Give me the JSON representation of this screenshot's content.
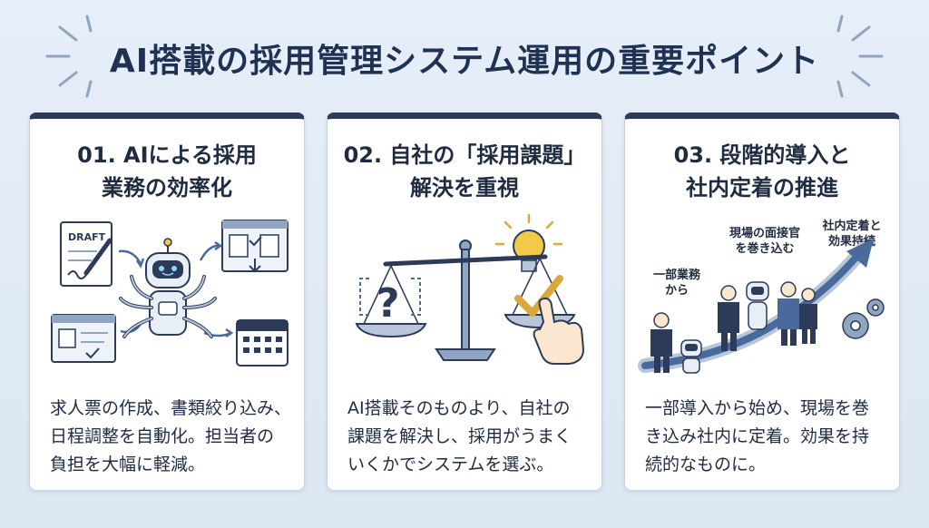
{
  "title": "AI搭載の採用管理システム運用の重要ポイント",
  "cards": [
    {
      "title_lines": [
        "01. AIによる採用",
        "業務の効率化"
      ],
      "draft_label": "DRAFT",
      "body_lines": [
        "求人票の作成、書類絞り込み、",
        "日程調整を自動化。担当者の",
        "負担を大幅に軽減。"
      ]
    },
    {
      "title_lines": [
        "02. 自社の「採用課題」",
        "解決を重視"
      ],
      "body_lines": [
        "AI搭載そのものより、自社の",
        "課題を解決し、採用がうまく",
        "いくかでシステムを選ぶ。"
      ]
    },
    {
      "title_lines": [
        "03. 段階的導入と",
        "社内定着の推進"
      ],
      "labels": {
        "start": [
          "一部業務",
          "から"
        ],
        "middle": [
          "現場の面接官",
          "を巻き込む"
        ],
        "end": [
          "社内定着と",
          "効果持続"
        ]
      },
      "body_lines": [
        "一部導入から始め、現場を巻",
        "き込み社内に定着。効果を持",
        "続的なものに。"
      ]
    }
  ],
  "colors": {
    "navy": "#2c3b58",
    "title": "#1f3252",
    "accent_blue": "#4a6a9c",
    "bulb_yellow": "#f3c94a",
    "check_gold": "#d8a93a"
  }
}
